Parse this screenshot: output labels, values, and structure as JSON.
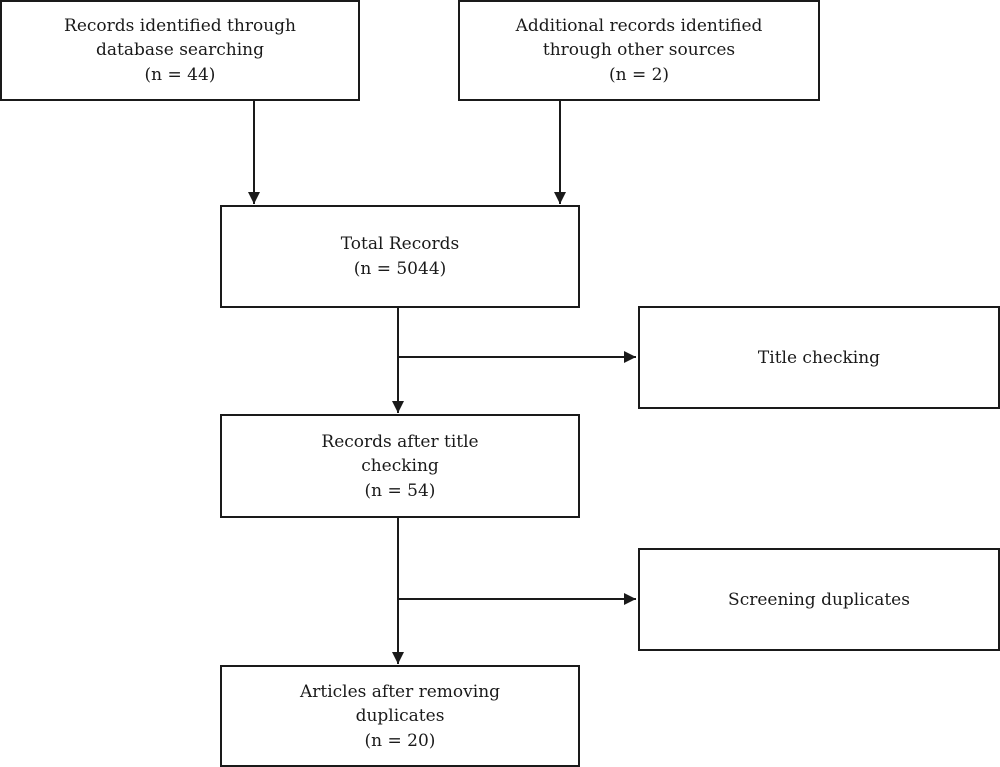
{
  "nodes": {
    "database": {
      "lines": [
        "Records identified through",
        "database searching"
      ],
      "count": "(n = 44)"
    },
    "other": {
      "lines": [
        "Additional records identified",
        "through other sources"
      ],
      "count": "(n = 2)"
    },
    "total": {
      "lines": [
        "Total Records"
      ],
      "count": "(n = 5044)"
    },
    "title_check": {
      "lines": [
        "Title checking"
      ]
    },
    "after_title": {
      "lines": [
        "Records after title",
        "checking"
      ],
      "count": "(n = 54)"
    },
    "screening": {
      "lines": [
        "Screening duplicates"
      ]
    },
    "articles": {
      "lines": [
        "Articles after removing",
        "duplicates"
      ],
      "count": "(n = 20)"
    }
  },
  "colors": {
    "line": "#1a1a1a",
    "box_border": "#1a1a1a",
    "background": "#ffffff"
  }
}
